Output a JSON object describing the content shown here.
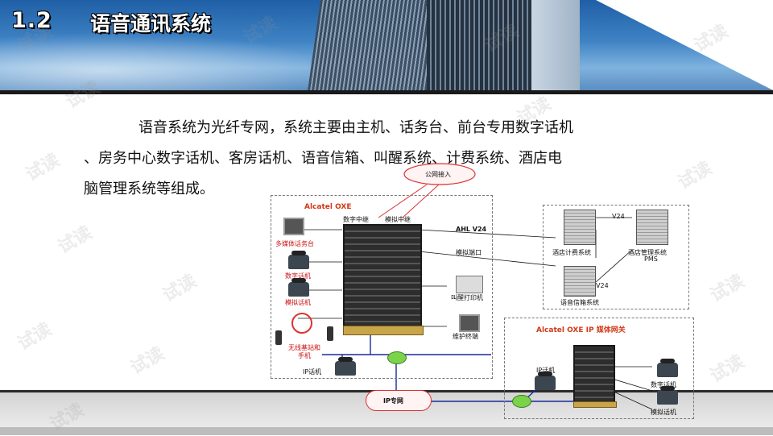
{
  "header": {
    "section_number": "1.2",
    "section_title": "语音通讯系统"
  },
  "body": {
    "paragraph_lines": [
      "语音系统为光纤专网，系统主要由主机、话务台、前台专用数字话机",
      "、房务中心数字话机、客房话机、语音信箱、叫醒系统、计费系统、酒店电",
      "脑管理系统等组成。"
    ]
  },
  "diagram": {
    "cloud_public": "公网接入",
    "main_system_title": "Alcatel OXE",
    "trunk_digital": "数字中继",
    "trunk_analog": "模拟中继",
    "ahl_v24": "AHL V24",
    "analog_port": "模拟端口",
    "v24_top": "V24",
    "v24_bottom": "V24",
    "hotel_billing": "酒店计费系统",
    "hotel_mgmt": "酒店管理系统",
    "pms": "PMS",
    "voicemail": "语音信箱系统",
    "multimedia_console": "多媒体话务台",
    "digital_phone": "数字话机",
    "analog_phone": "模拟话机",
    "wireless": "无线基站和",
    "handset": "手机",
    "ip_phone_left": "IP话机",
    "wakeup_printer": "叫醒打印机",
    "maintenance": "维护终端",
    "ip_network": "IP专网",
    "gateway_title": "Alcatel OXE IP 媒体网关",
    "ip_phone_right": "IP话机",
    "digital_phone_right": "数字话机",
    "analog_phone_right": "模拟话机"
  },
  "watermark": "试读",
  "colors": {
    "header_blue": "#2f6fb3",
    "title_text": "#ffffff",
    "diagram_red": "#cc1111",
    "line_blue": "#1a2a9a"
  }
}
